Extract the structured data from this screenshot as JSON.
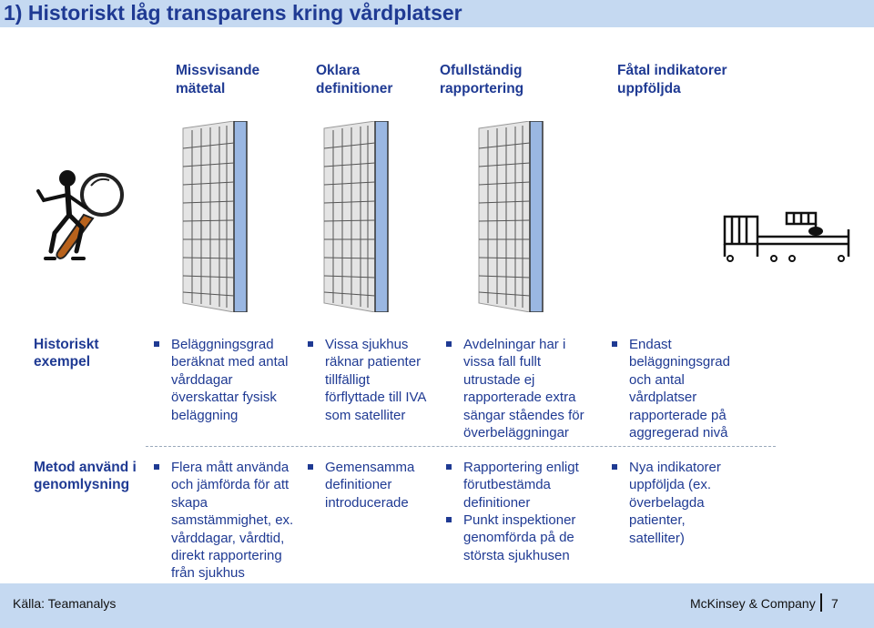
{
  "title": "1) Historiskt låg transparens kring vårdplatser",
  "columns": [
    "Missvisande\nmätetal",
    "Oklara\ndefinitioner",
    "Ofullständig\nrapportering",
    "Fåtal indikatorer\nuppföljda"
  ],
  "rows": {
    "history_label": "Historiskt\nexempel",
    "method_label": "Metod använd i\ngenomlysning"
  },
  "history": [
    "Beläggningsgrad\nberäknat med antal\nvårddagar\növerskattar fysisk\nbeläggning",
    "Vissa sjukhus\nräknar patienter\ntillfälligt\nförflyttade till IVA\nsom satelliter",
    "Avdelningar har i\nvissa fall fullt\nutrustade ej\nrapporterade extra\nsängar ståendes för\növerbeläggningar",
    "Endast\nbeläggningsgrad\noch antal\nvårdplatser\nrapporterade på\naggregerad nivå"
  ],
  "method": [
    "Flera mått använda\noch jämförda för att\nskapa\nsamstämmighet, ex.\nvårddagar, vårdtid,\ndirekt rapportering\nfrån sjukhus",
    "Gemensamma\ndefinitioner\nintroducerade",
    "Rapportering enligt\nförutbestämda\ndefinitioner",
    "Punkt inspektioner\ngenomförda på de\nstörsta sjukhusen",
    "Nya indikatorer\nuppföljda (ex.\növerbelagda\npatienter,\nsatelliter)"
  ],
  "footer": {
    "source": "Källa: Teamanalys",
    "brand": "McKinsey & Company",
    "page": "7"
  }
}
